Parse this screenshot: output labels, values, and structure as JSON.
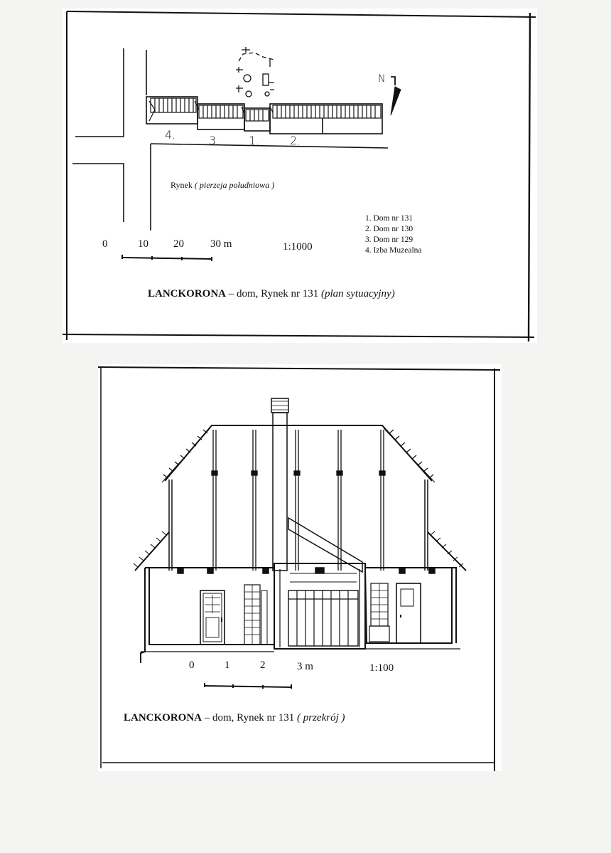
{
  "site_plan": {
    "lot_numbers": [
      "4.",
      "3.",
      "1.",
      "2."
    ],
    "street_label": "Rynek",
    "street_label_italic": "( pierzeja południowa )",
    "north_mark": "N",
    "scale_ticks": [
      "0",
      "10",
      "20",
      "30 m"
    ],
    "scale_ratio": "1:1000",
    "legend": [
      "1. Dom nr 131",
      "2. Dom nr 130",
      "3. Dom nr 129",
      "4. Izba Muzealna"
    ],
    "caption_bold": "LANCKORONA",
    "caption_text": " – dom, Rynek nr 131 ",
    "caption_italic": "(plan sytuacyjny)"
  },
  "section": {
    "scale_ticks": [
      "0",
      "1",
      "2",
      "3 m"
    ],
    "scale_ratio": "1:100",
    "caption_bold": "LANCKORONA",
    "caption_text": " – dom, Rynek nr 131 ",
    "caption_italic": "( przekrój )"
  }
}
